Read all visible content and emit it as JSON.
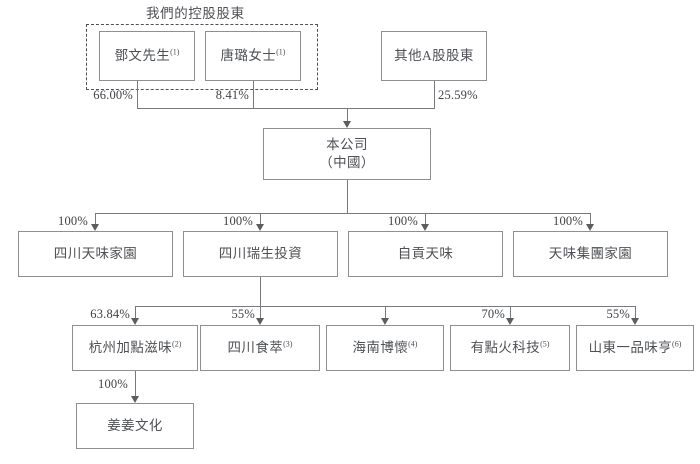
{
  "diagram": {
    "title": "",
    "group_label": "我們的控股股東",
    "nodes": {
      "shareholder_1": "鄧文先生",
      "shareholder_1_note": "(1)",
      "shareholder_2": "唐璐女士",
      "shareholder_2_note": "(1)",
      "other_a_shareholders": "其他A股股東",
      "company_line1": "本公司",
      "company_line2": "（中國）",
      "sub_1": "四川天味家園",
      "sub_2": "四川瑞生投資",
      "sub_3": "自貢天味",
      "sub_4": "天味集團家園",
      "sub_5": "杭州加點滋味",
      "sub_5_note": "(2)",
      "sub_6": "四川食萃",
      "sub_6_note": "(3)",
      "sub_7": "海南博懷",
      "sub_7_note": "(4)",
      "sub_8": "有點火科技",
      "sub_8_note": "(5)",
      "sub_9": "山東一品味亨",
      "sub_9_note": "(6)",
      "sub_10": "姜姜文化"
    },
    "percentages": {
      "p_shareholder_1": "66.00%",
      "p_shareholder_2": "8.41%",
      "p_other_a": "25.59%",
      "p_sub_1": "100%",
      "p_sub_2": "100%",
      "p_sub_3": "100%",
      "p_sub_4": "100%",
      "p_sub_5": "63.84%",
      "p_sub_6": "55%",
      "p_sub_8": "70%",
      "p_sub_9": "55%",
      "p_sub_10": "100%"
    },
    "colors": {
      "box_border": "#8d8f93",
      "line": "#77797d",
      "text": "#4e5054",
      "dashed_border": "#4f5154",
      "background": "#ffffff"
    }
  }
}
